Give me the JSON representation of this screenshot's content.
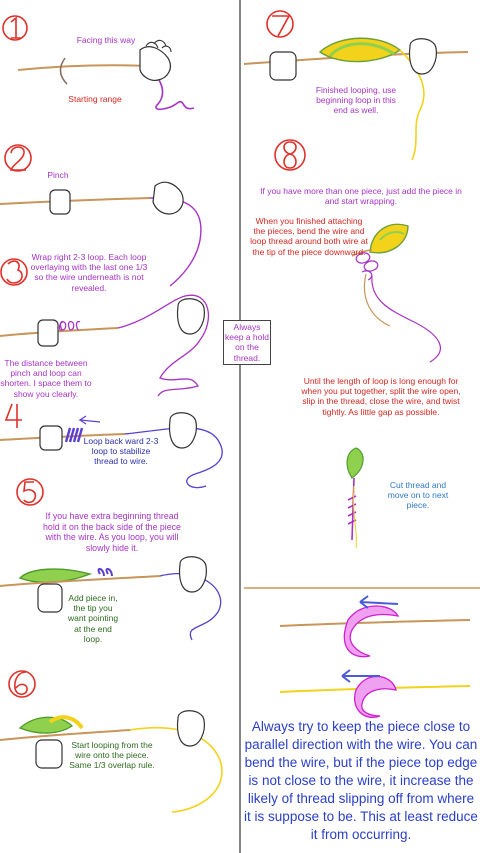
{
  "left": {
    "step1": {
      "facing": "Facing this way",
      "range": "Starting range"
    },
    "step2": {
      "pinch": "Pinch"
    },
    "step3": {
      "wrap": "Wrap right 2-3 loop. Each loop overlaying with the last one 1/3 so the wire underneath is not revealed.",
      "hold": "Always keep a hold on the thread.",
      "distance": "The distance between pinch and loop can shorten. I space them to show you clearly."
    },
    "step4": {
      "loopback": "Loop back ward 2-3 loop to stabilize thread to wire."
    },
    "step5": {
      "extra": "If you have extra beginning thread hold it on the back side of the piece with the wire. As you loop, you will slowly hide it.",
      "add": "Add piece in, the tip you want pointing at the end loop."
    },
    "step6": {
      "start": "Start looping from the wire onto the piece. Same 1/3 overlap rule."
    }
  },
  "right": {
    "step7": {
      "finished": "Finished looping, use beginning loop in this end as well."
    },
    "step8": {
      "more": "If you have more than one piece, just add the piece in and start wrapping.",
      "when": "When you finished attaching the pieces, bend the wire and loop thread around both wire at the tip of the piece downward.",
      "until": "Until the length of loop is long enough for when you put together, split the wire open, slip in the thread, close the wire, and twist tightly. As little gap as possible.",
      "cut": "Cut thread and move on to next piece."
    },
    "bottom_note": "Always try to keep the piece close to parallel direction with the wire. You can bend the wire, but if the piece top edge is not close to the wire, it increase the likely of thread slipping off from where it is suppose to be. This at least reduce it from occurring."
  },
  "colors": {
    "step_number": "#e0302a",
    "thread": "#a733c6",
    "wire": "#c8955a",
    "leaf_green": "#8fd14f",
    "leaf_yellow": "#f2d21b",
    "thread_blue": "#5a3fd0"
  }
}
